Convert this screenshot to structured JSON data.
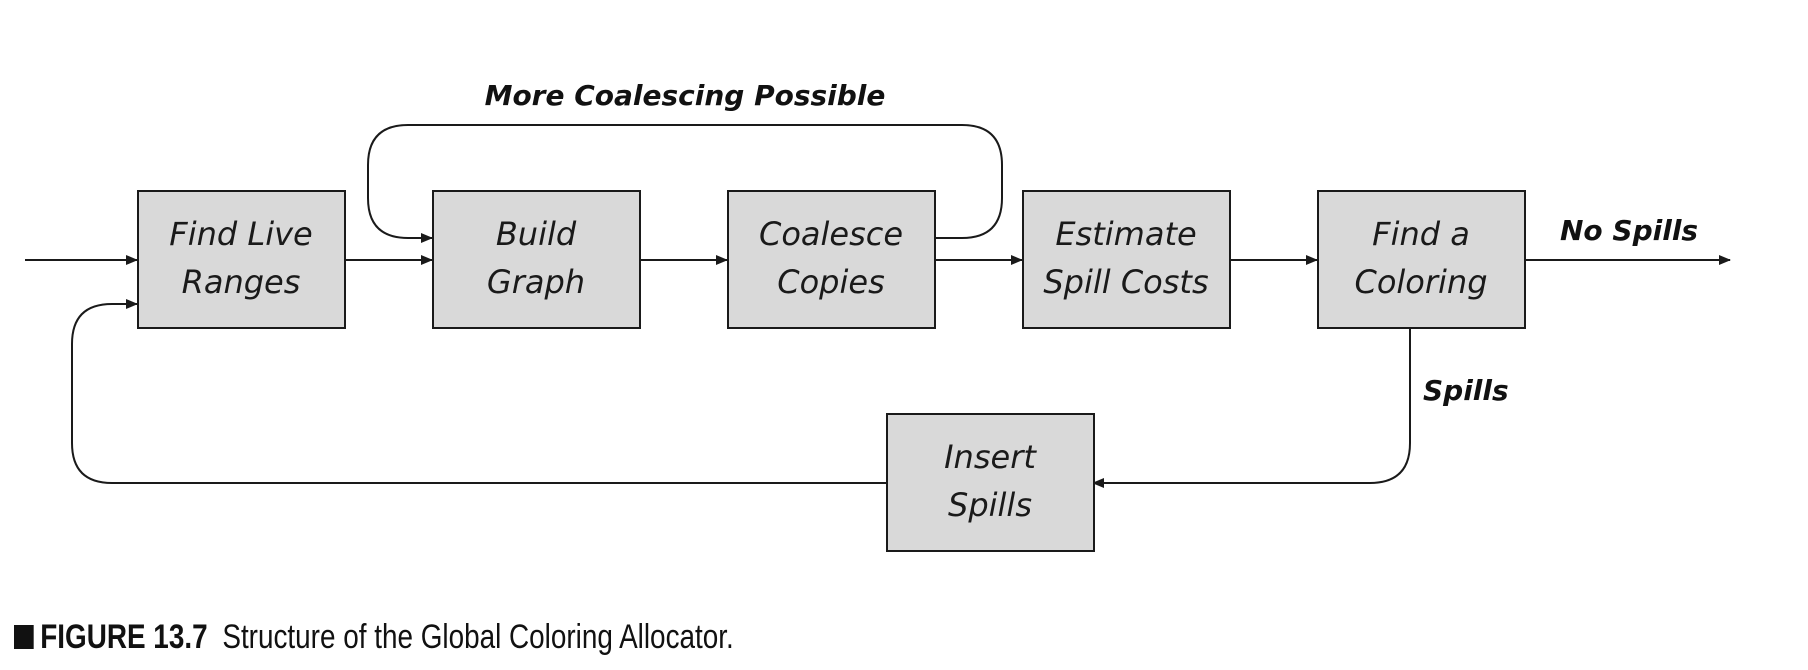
{
  "colors": {
    "box_fill": "#d9d9d9",
    "stroke": "#1a1a1a"
  },
  "nodes": {
    "find_live_ranges": [
      "Find Live",
      "Ranges"
    ],
    "build_graph": [
      "Build",
      "Graph"
    ],
    "coalesce_copies": [
      "Coalesce",
      "Copies"
    ],
    "estimate_spill_costs": [
      "Estimate",
      "Spill Costs"
    ],
    "find_a_coloring": [
      "Find a",
      "Coloring"
    ],
    "insert_spills": [
      "Insert",
      "Spills"
    ]
  },
  "edge_labels": {
    "more_coalescing": "More Coalescing Possible",
    "no_spills": "No Spills",
    "spills": "Spills"
  },
  "caption": {
    "number": "FIGURE 13.7",
    "text": "Structure of the Global Coloring Allocator."
  }
}
